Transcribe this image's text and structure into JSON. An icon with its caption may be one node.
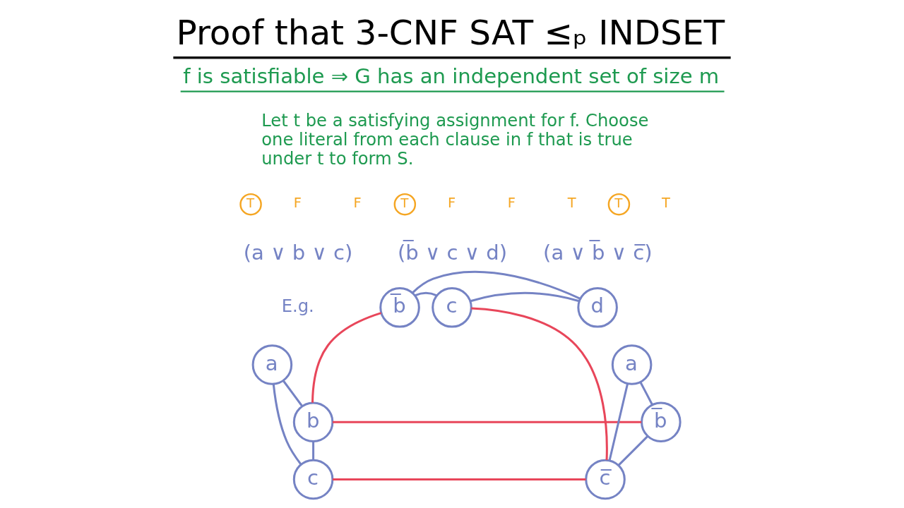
{
  "diagram": {
    "title": "Proof that 3-CNF SAT ≤ₚ INDSET",
    "nodes": [
      {
        "text": [
          "T"
        ]
      },
      {
        "text": [
          "T"
        ]
      },
      {
        "text": [
          "T"
        ]
      },
      {
        "text": [
          "a"
        ]
      },
      {
        "text": [
          "b"
        ]
      },
      {
        "text": [
          "c"
        ]
      },
      {
        "text": [
          "b̅"
        ]
      },
      {
        "text": [
          "c"
        ]
      },
      {
        "text": [
          "d"
        ]
      },
      {
        "text": [
          "a"
        ]
      },
      {
        "text": [
          "b̅"
        ]
      },
      {
        "text": [
          "c̅"
        ]
      }
    ],
    "edges": [
      {
        "from": 3,
        "to": 4,
        "arrow": "none"
      },
      {
        "from": 4,
        "to": 5,
        "arrow": "none"
      },
      {
        "from": 3,
        "to": 5,
        "arrow": "none"
      },
      {
        "from": 6,
        "to": 7,
        "arrow": "none"
      },
      {
        "from": 7,
        "to": 8,
        "arrow": "none"
      },
      {
        "from": 6,
        "to": 8,
        "arrow": "none"
      },
      {
        "from": 9,
        "to": 10,
        "arrow": "none"
      },
      {
        "from": 10,
        "to": 11,
        "arrow": "none"
      },
      {
        "from": 9,
        "to": 11,
        "arrow": "none"
      },
      {
        "from": 6,
        "to": 4,
        "arrow": "none",
        "color": "#e8465a"
      },
      {
        "from": 4,
        "to": 10,
        "arrow": "none",
        "color": "#e8465a"
      },
      {
        "from": 7,
        "to": 11,
        "arrow": "none",
        "color": "#e8465a"
      },
      {
        "from": 5,
        "to": 11,
        "arrow": "none",
        "color": "#e8465a"
      }
    ],
    "labels": [
      "f is satisfiable ⇒ G has an independent set of size m",
      "Let t be a satisfying assignment for f. Choose one literal from each clause in f that is true under t to form S.",
      "F",
      "F",
      "F",
      "F",
      "T",
      "T",
      "(a ∨ b ∨ c)",
      "(b̅ ∨ c ∨ d)",
      "(a ∨ b̅ ∨ c̅)",
      "E.g."
    ]
  }
}
